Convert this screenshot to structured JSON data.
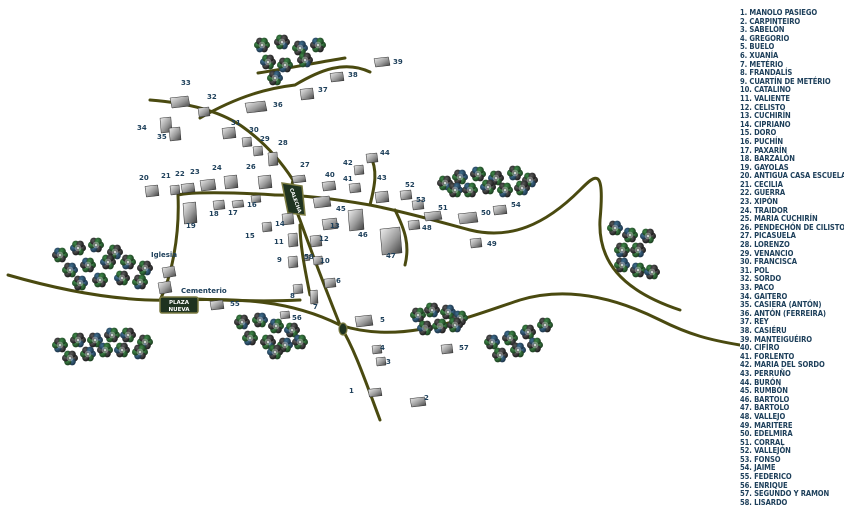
{
  "place_labels": {
    "iglesia": "Iglesia",
    "cementerio": "Cementerio",
    "plaza_line1": "PLAZA",
    "plaza_line2": "NUEVA",
    "calecha": "CALECHA"
  },
  "colors": {
    "road": "#4a4a10",
    "text": "#1d3f5a",
    "tree_dark": "#1f3320",
    "tree_green": "#2e6b3a",
    "tree_blue": "#2b4f6e",
    "building": "#8a8a8a"
  },
  "legend": [
    "1. MANOLO PASIEGO",
    "2. CARPINTEIRO",
    "3. SABELÓN",
    "4. GREGORIO",
    "5. BUELO",
    "6. XUANÍA",
    "7. METÉRIO",
    "8. FRANDALÍS",
    "9. CUARTÍN DE METÉRIO",
    "10. CATALINO",
    "11. VALIENTE",
    "12. CELISTO",
    "13. CUCHIRÍN",
    "14. CIPRIANO",
    "15. DORO",
    "16. PUCHÍN",
    "17. PAXARÍN",
    "18. BARZALÓN",
    "19. GAYOLAS",
    "20. ANTIGUA CASA ESCUELA",
    "21. CECILIA",
    "22. GUERRA",
    "23. XIPÓN",
    "24. TRAIDOR",
    "25. MARIA CUCHIRÍN",
    "26. PENDECHÓN DE CILISTO",
    "27. PICASUELA",
    "28. LORENZO",
    "29. VENANCIO",
    "30. FRANCISCA",
    "31. POL",
    "32. SORDO",
    "33. PACO",
    "34. GAITERO",
    "35. CASIERA (ANTÓN)",
    "36. ANTÓN (FERREIRA)",
    "37. REY",
    "38. CASIÉRU",
    "39. MANTEIGUÉIRO",
    "40. CIFÍRO",
    "41. FORLENTO",
    "42. MARIA DEL SORDO",
    "43. PERRUÑO",
    "44. BURÓN",
    "45. RUMBÓN",
    "46. BARTOLO",
    "47. BARTOLO",
    "48. VALLEJO",
    "49. MARITERE",
    "50. EDELMIRA",
    "51. CORRAL",
    "52. VALLEJÓN",
    "53. FONSO",
    "54. JAIME",
    "55. FEDERICO",
    "56. ENRIQUE",
    "57. SEGUNDO Y RAMON",
    "58. LISARDO"
  ],
  "houses": [
    {
      "n": "1"
    },
    {
      "n": "2"
    },
    {
      "n": "3"
    },
    {
      "n": "4"
    },
    {
      "n": "5"
    },
    {
      "n": "6"
    },
    {
      "n": "7"
    },
    {
      "n": "8"
    },
    {
      "n": "9"
    },
    {
      "n": "10"
    },
    {
      "n": "11"
    },
    {
      "n": "12"
    },
    {
      "n": "13"
    },
    {
      "n": "14"
    },
    {
      "n": "15"
    },
    {
      "n": "16"
    },
    {
      "n": "17"
    },
    {
      "n": "18"
    },
    {
      "n": "19"
    },
    {
      "n": "20"
    },
    {
      "n": "21"
    },
    {
      "n": "22"
    },
    {
      "n": "23"
    },
    {
      "n": "24"
    },
    {
      "n": "26"
    },
    {
      "n": "27"
    },
    {
      "n": "28"
    },
    {
      "n": "29"
    },
    {
      "n": "30"
    },
    {
      "n": "31"
    },
    {
      "n": "32"
    },
    {
      "n": "33"
    },
    {
      "n": "34"
    },
    {
      "n": "35"
    },
    {
      "n": "36"
    },
    {
      "n": "37"
    },
    {
      "n": "38"
    },
    {
      "n": "39"
    },
    {
      "n": "40"
    },
    {
      "n": "41"
    },
    {
      "n": "42"
    },
    {
      "n": "43"
    },
    {
      "n": "44"
    },
    {
      "n": "45"
    },
    {
      "n": "46"
    },
    {
      "n": "47"
    },
    {
      "n": "48"
    },
    {
      "n": "49"
    },
    {
      "n": "50"
    },
    {
      "n": "51"
    },
    {
      "n": "52"
    },
    {
      "n": "53"
    },
    {
      "n": "54"
    },
    {
      "n": "55"
    },
    {
      "n": "56"
    },
    {
      "n": "57"
    },
    {
      "n": "58"
    }
  ]
}
